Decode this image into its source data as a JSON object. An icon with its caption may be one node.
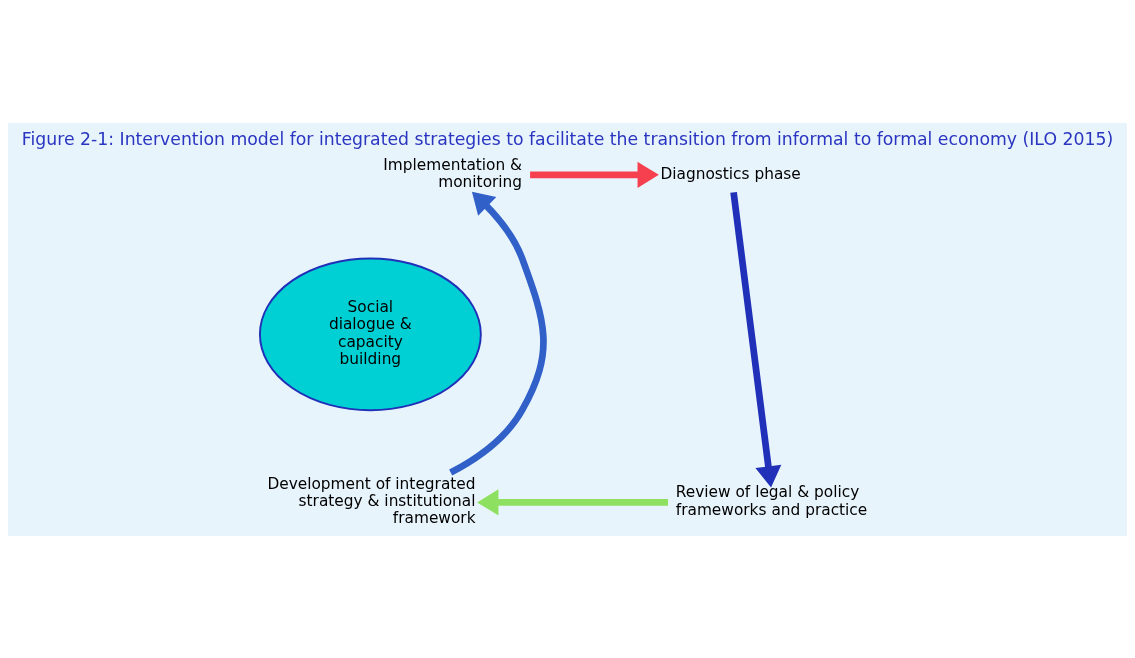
{
  "diagram": {
    "title": "Figure 2-1: Intervention model for integrated strategies to facilitate the transition from informal to formal economy (ILO 2015)",
    "nodes": [
      {
        "text": [
          "Social dialogue & capacity building"
        ]
      },
      {
        "text": [
          "Implementation & monitoring"
        ]
      },
      {
        "text": [
          "Diagnostics phase"
        ]
      },
      {
        "text": [
          "Review of legal & policy frameworks and practice"
        ]
      },
      {
        "text": [
          "Development of integrated strategy & institutional framework"
        ]
      }
    ],
    "edges": [
      {
        "from": 1,
        "to": 2,
        "arrow": "to",
        "color": "#f64050"
      },
      {
        "from": 2,
        "to": 3,
        "arrow": "to",
        "color": "#2030b8"
      },
      {
        "from": 3,
        "to": 4,
        "arrow": "to",
        "color": "#8ee060"
      },
      {
        "from": 4,
        "to": 1,
        "arrow": "to",
        "color": "#3060c8"
      }
    ]
  }
}
